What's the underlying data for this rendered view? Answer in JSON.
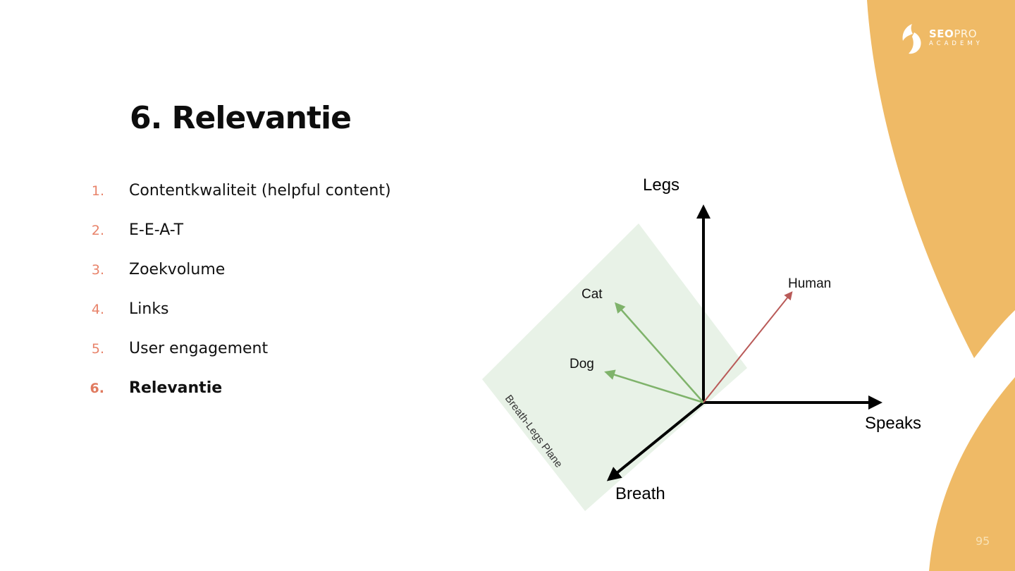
{
  "title": "6. Relevantie",
  "logo": {
    "name_main": "SEO",
    "name_accent": "PRO",
    "subtitle": "ACADEMY"
  },
  "list": [
    {
      "number": "1.",
      "label": "Contentkwaliteit (helpful content)"
    },
    {
      "number": "2.",
      "label": "E-E-A-T"
    },
    {
      "number": "3.",
      "label": "Zoekvolume"
    },
    {
      "number": "4.",
      "label": "Links"
    },
    {
      "number": "5.",
      "label": "User engagement"
    },
    {
      "number": "6.",
      "label": "Relevantie",
      "active": true
    }
  ],
  "diagram": {
    "axis_up": "Legs",
    "axis_right": "Speaks",
    "axis_down": "Breath",
    "plane_label": "Breath-Legs Plane",
    "vector_cat": "Cat",
    "vector_dog": "Dog",
    "vector_human": "Human"
  },
  "page_number": "95",
  "colors": {
    "accent_orange": "#efba66",
    "list_number": "#e8836a",
    "plane_fill": "#e8f2e7",
    "vector_green": "#7fb36b",
    "vector_red": "#b95a58"
  }
}
